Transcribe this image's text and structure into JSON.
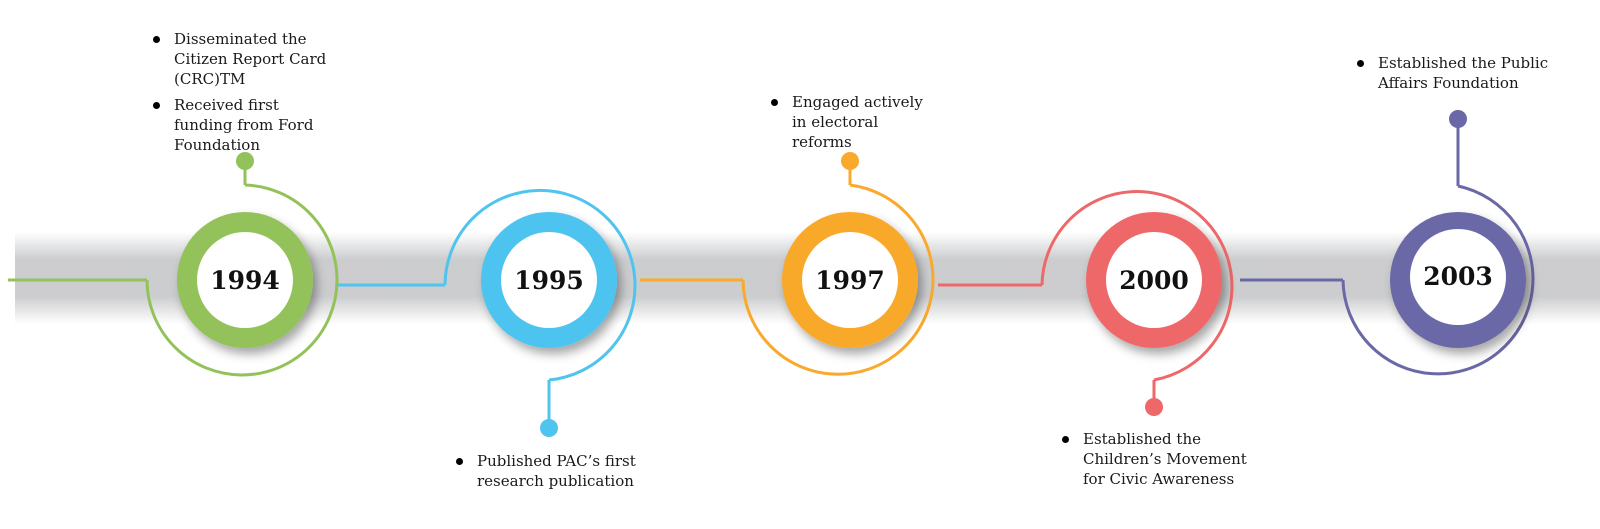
{
  "milestones": [
    {
      "year": "1994",
      "color": "#93c25a",
      "items": [
        "Disseminated the Citizen Report Card (CRC)TM",
        "Received first funding from Ford Foundation"
      ]
    },
    {
      "year": "1995",
      "color": "#4ec4ef",
      "items": [
        "Published PAC’s first research publication"
      ]
    },
    {
      "year": "1997",
      "color": "#f9a92c",
      "items": [
        "Engaged actively in electoral reforms"
      ]
    },
    {
      "year": "2000",
      "color": "#ef6869",
      "items": [
        "Established the Children’s Movement for Civic Awareness"
      ]
    },
    {
      "year": "2003",
      "color": "#6a68a6",
      "items": [
        "Established the Public Affairs Foundation"
      ]
    }
  ]
}
